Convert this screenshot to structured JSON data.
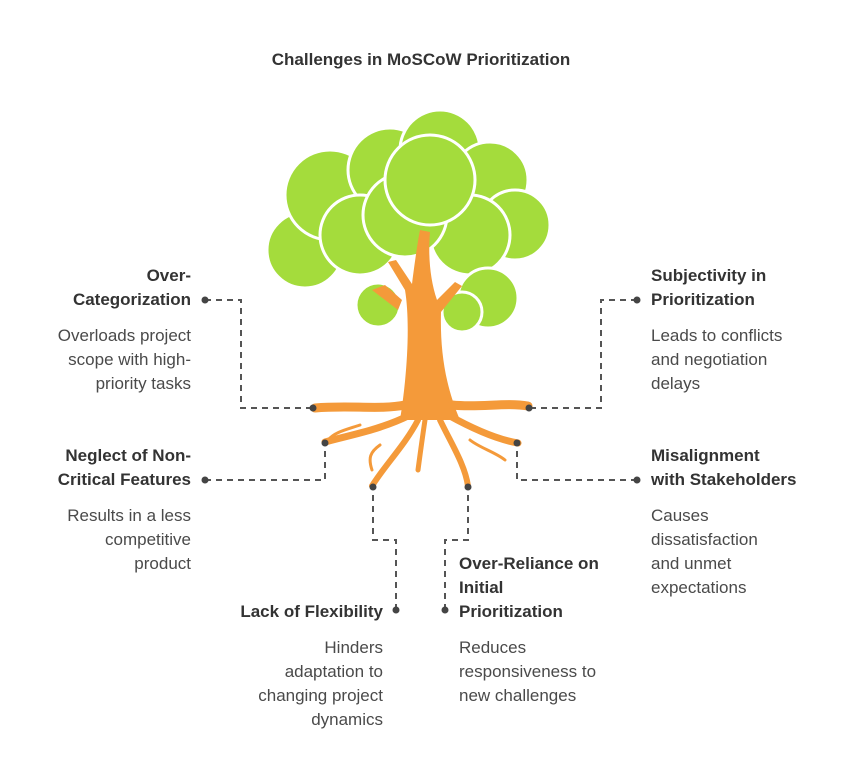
{
  "title": "Challenges in MoSCoW Prioritization",
  "colors": {
    "foliage": "#a4dc3c",
    "trunk": "#f49a3a",
    "connector": "#555555",
    "text": "#333333"
  },
  "challenges": [
    {
      "id": "over-categorization",
      "head": [
        "Over-",
        "Categorization"
      ],
      "desc": [
        "Overloads project",
        "scope with high-",
        "priority tasks"
      ]
    },
    {
      "id": "neglect",
      "head": [
        "Neglect of Non-",
        "Critical Features"
      ],
      "desc": [
        "Results in a less",
        "competitive",
        "product"
      ]
    },
    {
      "id": "flexibility",
      "head": [
        "Lack of Flexibility"
      ],
      "desc": [
        "Hinders",
        "adaptation to",
        "changing project",
        "dynamics"
      ]
    },
    {
      "id": "over-reliance",
      "head": [
        "Over-Reliance on",
        "Initial",
        "Prioritization"
      ],
      "desc": [
        "Reduces",
        "responsiveness to",
        "new challenges"
      ]
    },
    {
      "id": "subjectivity",
      "head": [
        "Subjectivity in",
        "Prioritization"
      ],
      "desc": [
        "Leads to conflicts",
        "and negotiation",
        "delays"
      ]
    },
    {
      "id": "misalignment",
      "head": [
        "Misalignment",
        "with Stakeholders"
      ],
      "desc": [
        "Causes",
        "dissatisfaction",
        "and unmet",
        "expectations"
      ]
    }
  ]
}
